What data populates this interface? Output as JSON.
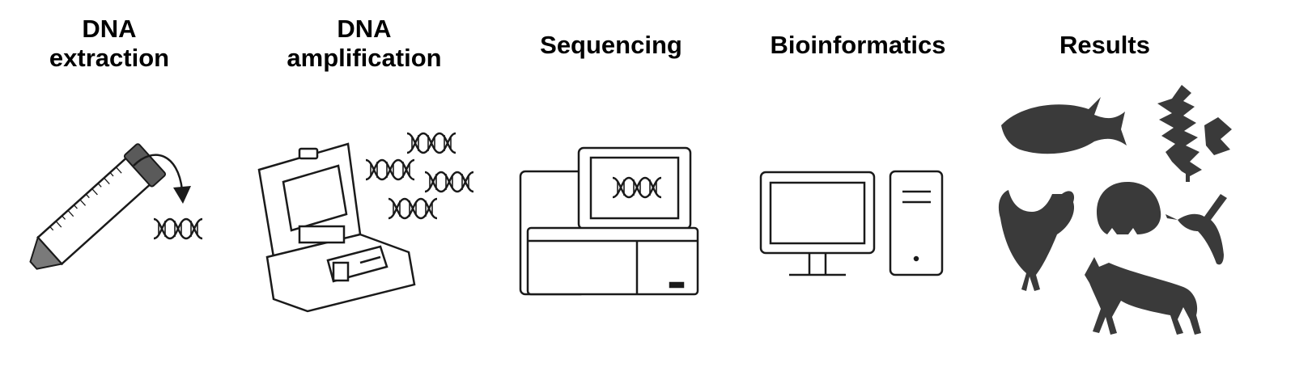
{
  "stages": [
    {
      "id": "extraction",
      "label_lines": [
        "DNA",
        "extraction"
      ]
    },
    {
      "id": "amplification",
      "label_lines": [
        "DNA",
        "amplification"
      ]
    },
    {
      "id": "sequencing",
      "label_lines": [
        "Sequencing"
      ]
    },
    {
      "id": "bioinformatics",
      "label_lines": [
        "Bioinformatics"
      ]
    },
    {
      "id": "results",
      "label_lines": [
        "Results"
      ]
    }
  ],
  "colors": {
    "ink": "#1a1a1a",
    "silhouette": "#3a3a3a",
    "tube_cap": "#5a5a5a"
  },
  "icons": [
    "tube-icon",
    "dna-icon",
    "thermocycler-icon",
    "sequencer-icon",
    "computer-icon",
    "fish-icon",
    "plant-icon",
    "rooster-icon",
    "hedgehog-icon",
    "wasp-icon",
    "jackal-icon"
  ]
}
